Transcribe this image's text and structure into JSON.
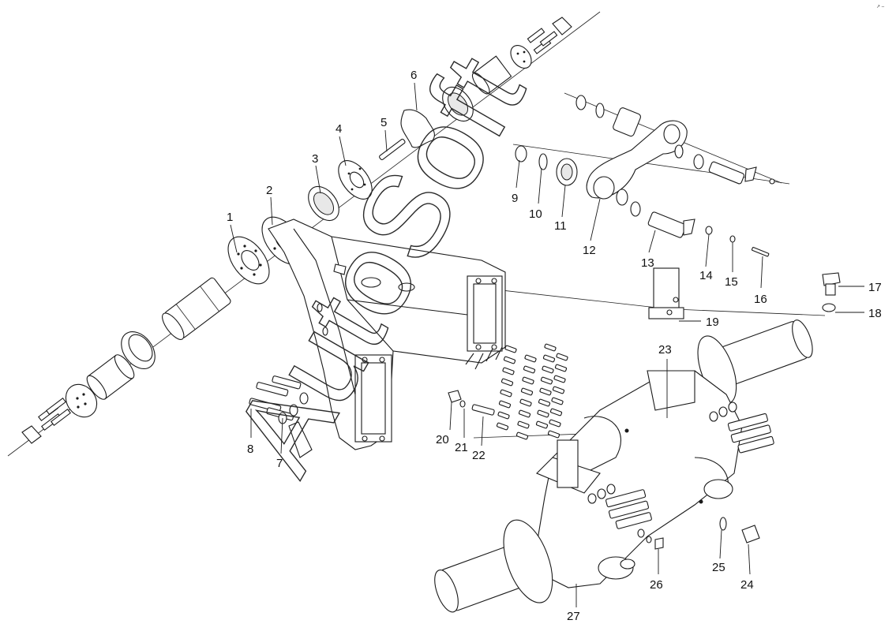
{
  "watermark": "AutoSoft",
  "corner_mark": "↗ –",
  "callouts": [
    "1",
    "2",
    "3",
    "4",
    "5",
    "6",
    "7",
    "8",
    "9",
    "10",
    "11",
    "12",
    "13",
    "14",
    "15",
    "16",
    "17",
    "18",
    "19",
    "20",
    "21",
    "22",
    "23",
    "24",
    "25",
    "26",
    "27"
  ]
}
